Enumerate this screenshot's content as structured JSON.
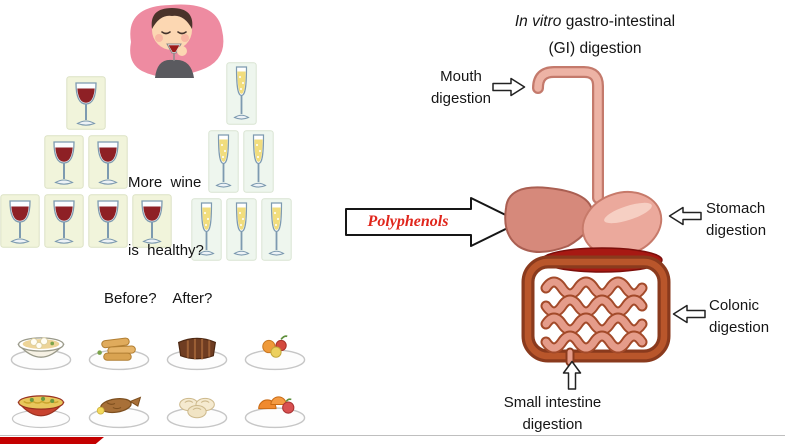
{
  "header": {
    "title_italic": "In vitro",
    "title_rest": " gastro-intestinal",
    "title_line2": "(GI) digestion"
  },
  "left_panel": {
    "question_line1": "More  wine",
    "question_line2": "is  healthy?",
    "before_after": "Before?    After?",
    "wine_glass_rows": [
      1,
      2,
      4
    ],
    "champagne_glass_rows": [
      1,
      2,
      3
    ],
    "foods": [
      "wonton-noodle-bowl",
      "spring-rolls-plate",
      "grilled-ribs-plate",
      "fruit-dessert-plate",
      "vegetable-noodle-bowl",
      "fried-fish-plate",
      "dumplings-plate",
      "fruit-platter"
    ]
  },
  "arrow": {
    "label": "Polyphenols"
  },
  "gi_labels": {
    "mouth": "Mouth digestion",
    "stomach": "Stomach digestion",
    "colonic": "Colonic digestion",
    "small_intestine": "Small intestine digestion"
  },
  "colors": {
    "wine": "#8e2025",
    "champagne": "#f1dd7d",
    "polyphenols_red": "#e0261c",
    "colon_dark": "#8a3a1d",
    "organ_pink": "#eba99c"
  }
}
